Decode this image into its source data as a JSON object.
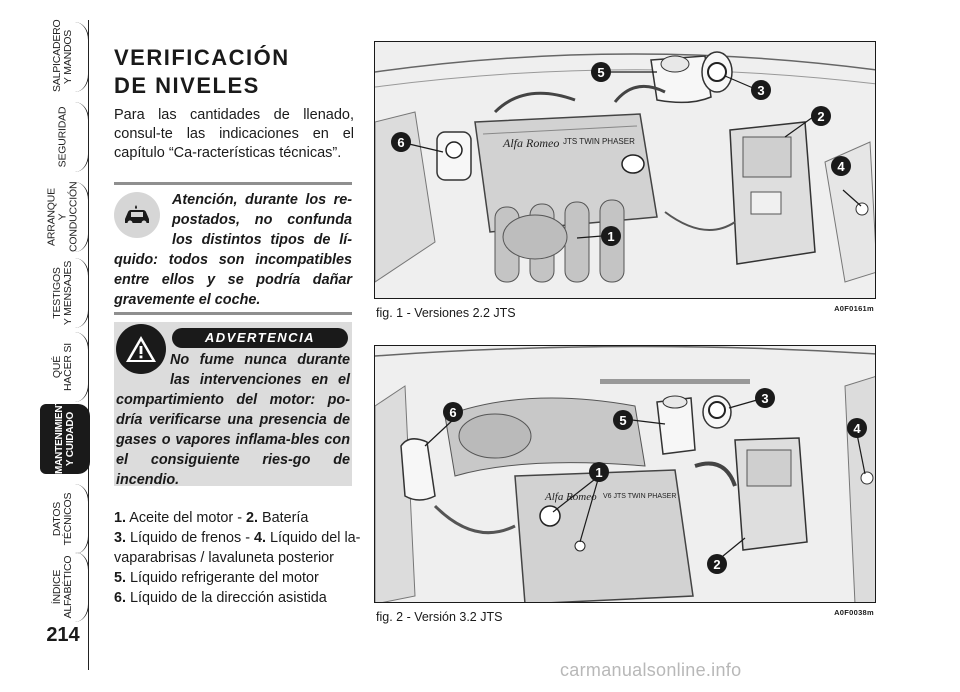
{
  "tabs": [
    {
      "label": "SALPICADERO\nY MANDOS",
      "active": false
    },
    {
      "label": "SEGURIDAD",
      "active": false
    },
    {
      "label": "ARRANQUE\nY CONDUCCIÓN",
      "active": false
    },
    {
      "label": "TESTIGOS\nY MENSAJES",
      "active": false
    },
    {
      "label": "QUÉ\nHACER SI",
      "active": false
    },
    {
      "label": "MANTENIMIENTO\nY CUIDADO",
      "active": true
    },
    {
      "label": "DATOS\nTÉCNICOS",
      "active": false
    },
    {
      "label": "ÍNDICE\nALFABÉTICO",
      "active": false
    }
  ],
  "page_number": "214",
  "title": "VERIFICACIÓN\nDE NIVELES",
  "intro": "Para las cantidades de llenado, consul-te las indicaciones en el capítulo “Ca-racterísticas técnicas”.",
  "caution": {
    "icon": "car-fluid-caution-icon",
    "text": "Atención, durante los re-postados, no confunda los distintos tipos de lí-quido: todos son incompatibles entre ellos y se podría dañar gravemente el coche."
  },
  "warning": {
    "icon": "warning-triangle-icon",
    "badge": "ADVERTENCIA",
    "text": "No fume nunca durante las intervenciones en el compartimiento del motor: po-dría verificarse una presencia de gases o vapores inflama-bles con el consiguiente ries-go de incendio."
  },
  "legend": [
    {
      "num": "1.",
      "text": "Aceite del motor"
    },
    {
      "num": "2.",
      "text": "Batería"
    },
    {
      "num": "3.",
      "text": "Líquido de frenos"
    },
    {
      "num": "4.",
      "text": "Líquido del la-vaparabrisas / lavaluneta posterior"
    },
    {
      "num": "5.",
      "text": "Líquido refrigerante del motor"
    },
    {
      "num": "6.",
      "text": "Líquido de la dirección asistida"
    }
  ],
  "figures": [
    {
      "code": "A0F0161m",
      "caption": "fig. 1 - Versiones 2.2 JTS",
      "engine_brand": "Alfa Romeo",
      "engine_label": "JTS TWIN PHASER",
      "callouts": [
        "5",
        "3",
        "2",
        "6",
        "4",
        "1"
      ]
    },
    {
      "code": "A0F0038m",
      "caption": "fig. 2 - Versión 3.2 JTS",
      "engine_brand": "Alfa Romeo",
      "engine_label": "V6 JTS TWIN PHASER",
      "callouts": [
        "6",
        "5",
        "3",
        "4",
        "1",
        "2"
      ]
    }
  ],
  "watermark": "carmanualsonline.info"
}
